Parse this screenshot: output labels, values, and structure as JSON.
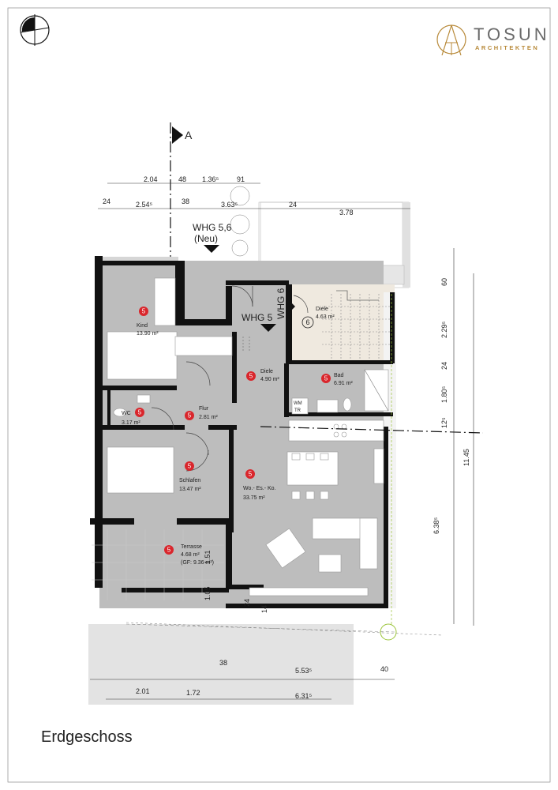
{
  "logo": {
    "name": "TOSUN",
    "subtitle": "ARCHITEKTEN",
    "accent_color": "#b88a3a"
  },
  "compass": {
    "icon": "north-compass-icon"
  },
  "section_marker": {
    "label": "A"
  },
  "floor_title": "Erdgeschoss",
  "units": {
    "whg56": "WHG 5,6",
    "whg56_sub": "(Neu)",
    "whg5": "WHG 5",
    "whg6": "WHG 6"
  },
  "rooms": [
    {
      "number": "5",
      "name": "Kind",
      "area": "13.90 m²"
    },
    {
      "number": "5",
      "name": "WC",
      "area": "3.17 m²"
    },
    {
      "number": "5",
      "name": "Flur",
      "area": "2.81 m²"
    },
    {
      "number": "5",
      "name": "Diele",
      "area": "4.90 m²"
    },
    {
      "number": "5",
      "name": "Bad",
      "area": "6.91 m²"
    },
    {
      "number": "5",
      "name": "Schlafen",
      "area": "13.47 m²"
    },
    {
      "number": "5",
      "name": "Wo.- Es.- Ko.",
      "area": "33.75 m²"
    },
    {
      "number": "5",
      "name": "Terrasse",
      "area": "4.68 m²",
      "note": "(GF: 9.36 m²)"
    },
    {
      "number": "6",
      "name": "Diele",
      "area": "4.63 m²"
    }
  ],
  "fixtures": {
    "washer": "WM",
    "dryer": "TR"
  },
  "dimensions": {
    "top_row1": [
      "2.04",
      "48",
      "1.36⁵",
      "91"
    ],
    "top_row2": [
      "24",
      "2.54⁵",
      "38",
      "3.63⁵",
      "24",
      "3.78"
    ],
    "right_col1": [
      "60",
      "2.29⁵",
      "24",
      "1.80⁵",
      "12⁵",
      "6.38⁵"
    ],
    "right_total": "11.45",
    "bottom_row1": [
      "38",
      "5.53⁵",
      "40"
    ],
    "bottom_row2": [
      "2.01",
      "1.72",
      "6.31⁵"
    ],
    "terrace": [
      "1.51",
      "1.05",
      "24",
      "14"
    ]
  }
}
